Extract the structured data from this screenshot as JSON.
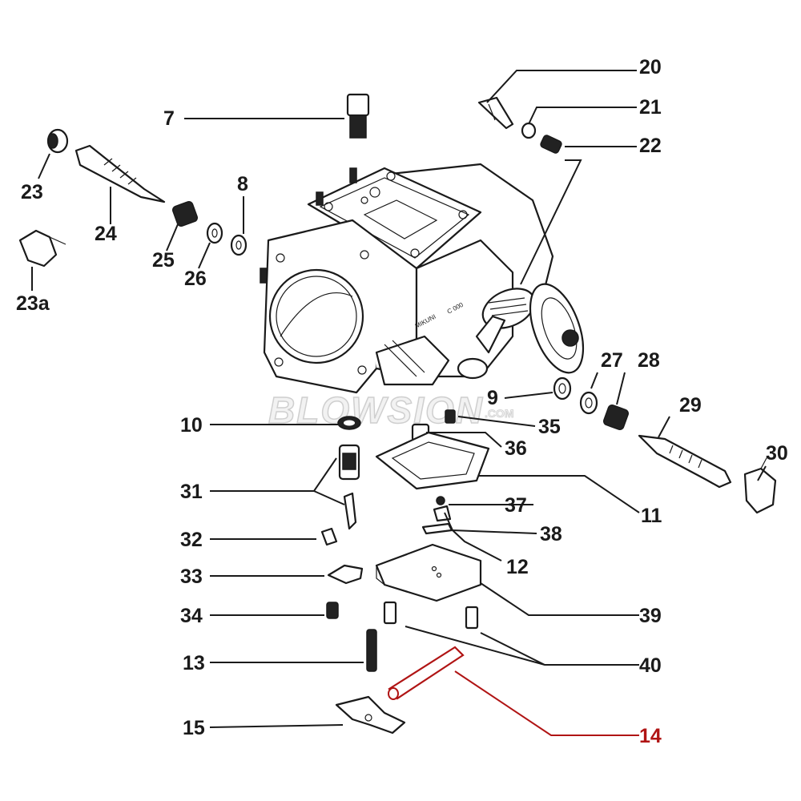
{
  "watermark": {
    "brand": "BLOWSION",
    "suffix": ".COM"
  },
  "body_stamp": {
    "maker": "MIKUNI",
    "mark": "C 000"
  },
  "colors": {
    "callout": "#1a1a1a",
    "highlight": "#b01414",
    "background": "#ffffff"
  },
  "callouts": {
    "c20": "20",
    "c21": "21",
    "c22": "22",
    "c7": "7",
    "c8": "8",
    "c23": "23",
    "c24": "24",
    "c25": "25",
    "c26": "26",
    "c23a": "23a",
    "c27": "27",
    "c28": "28",
    "c9": "9",
    "c29": "29",
    "c30": "30",
    "c10": "10",
    "c35": "35",
    "c36": "36",
    "c31": "31",
    "c11": "11",
    "c37": "37",
    "c32": "32",
    "c38": "38",
    "c12": "12",
    "c33": "33",
    "c34": "34",
    "c39": "39",
    "c13": "13",
    "c40": "40",
    "c15": "15",
    "c14": "14"
  },
  "highlighted_part": "14"
}
